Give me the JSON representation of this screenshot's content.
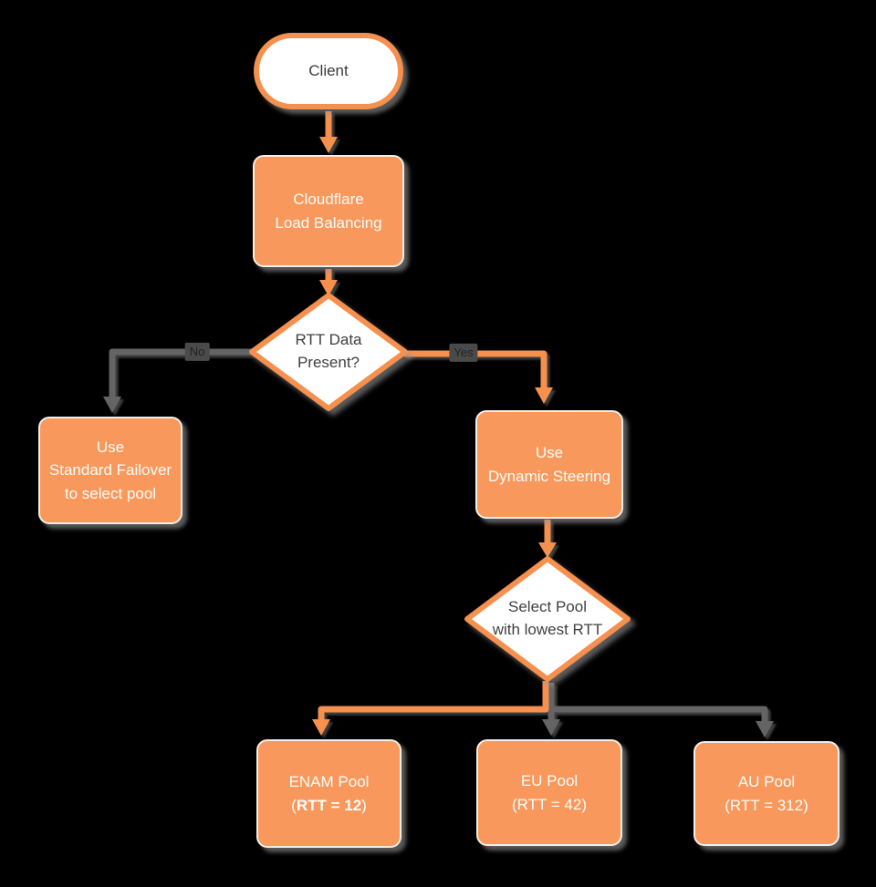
{
  "diagram": {
    "title_hint": "Cloudflare Load Balancing dynamic steering flowchart",
    "colors": {
      "background": "#000000",
      "node_fill_orange": "#F8985C",
      "shape_stroke_orange": "#F6904E",
      "edge_gray": "#646464",
      "diamond_fill": "#FFFFFF",
      "dark_text": "#3F3F3F",
      "light_text": "#FDFDF8"
    },
    "nodes": {
      "client": {
        "label": "Client"
      },
      "load_balancing": {
        "lines": [
          "Cloudflare",
          "Load Balancing"
        ]
      },
      "rtt_decision": {
        "lines": [
          "RTT Data",
          "Present?"
        ]
      },
      "standard_failover": {
        "lines": [
          "Use",
          "Standard Failover",
          "to select pool"
        ]
      },
      "dynamic_steering": {
        "lines": [
          "Use",
          "Dynamic Steering"
        ]
      },
      "pool_decision": {
        "lines": [
          "Select Pool",
          "with lowest RTT"
        ]
      },
      "enam_pool": {
        "line1": "ENAM Pool",
        "paren_open": "(",
        "rtt_bold": "RTT = 12",
        "paren_close": ")"
      },
      "eu_pool": {
        "lines": [
          "EU Pool",
          "(RTT = 42)"
        ]
      },
      "au_pool": {
        "lines": [
          "AU Pool",
          "(RTT = 312)"
        ]
      }
    },
    "edges": {
      "no_label": "No",
      "yes_label": "Yes"
    }
  }
}
